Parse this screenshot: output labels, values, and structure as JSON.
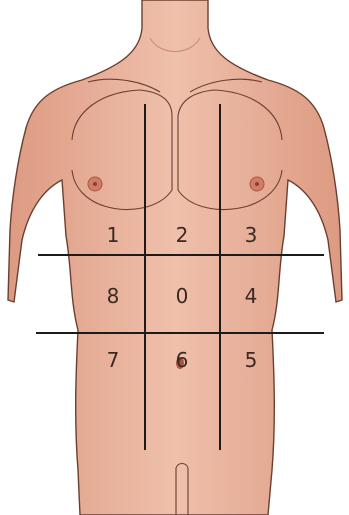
{
  "figure": {
    "colors": {
      "skin": "#e8ad96",
      "skin_light": "#f3c9b6",
      "outline": "#6b3f2f",
      "grid_line": "#1e1a1a",
      "nipple": "#b85a4a",
      "label": "#3a2a24",
      "background": "#ffffff"
    },
    "regions": [
      {
        "id": "r1",
        "label": "1"
      },
      {
        "id": "r2",
        "label": "2"
      },
      {
        "id": "r3",
        "label": "3"
      },
      {
        "id": "r8",
        "label": "8"
      },
      {
        "id": "r0",
        "label": "0"
      },
      {
        "id": "r4",
        "label": "4"
      },
      {
        "id": "r7",
        "label": "7"
      },
      {
        "id": "r6",
        "label": "6"
      },
      {
        "id": "r5",
        "label": "5"
      }
    ]
  }
}
